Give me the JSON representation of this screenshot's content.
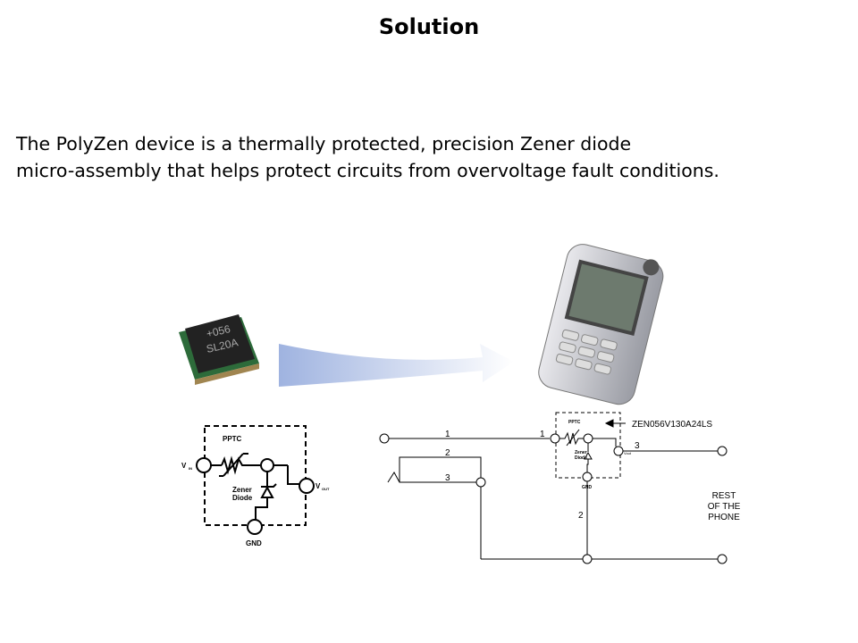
{
  "slide": {
    "title": "Solution",
    "body_lines": [
      "The PolyZen device is a thermally protected, precision Zener diode",
      "micro-assembly that helps protect circuits from overvoltage fault conditions."
    ]
  },
  "chip_marking": [
    "+056",
    "SL20A"
  ],
  "left_schematic": {
    "pptc": "PPTC",
    "vin": "V",
    "vin_sub": "IN",
    "vout": "V",
    "vout_sub": "OUT",
    "zener_1": "Zener",
    "zener_2": "Diode",
    "gnd": "GND"
  },
  "right_schematic": {
    "part_number": "ZEN056V130A24LS",
    "pptc": "PPTC",
    "zener_1": "Zener",
    "zener_2": "Diode",
    "gnd": "GND",
    "vout": "Vout",
    "wire_labels": [
      "1",
      "2",
      "3",
      "1",
      "3",
      "2"
    ],
    "rest_1": "REST",
    "rest_2": "OF THE",
    "rest_3": "PHONE"
  }
}
